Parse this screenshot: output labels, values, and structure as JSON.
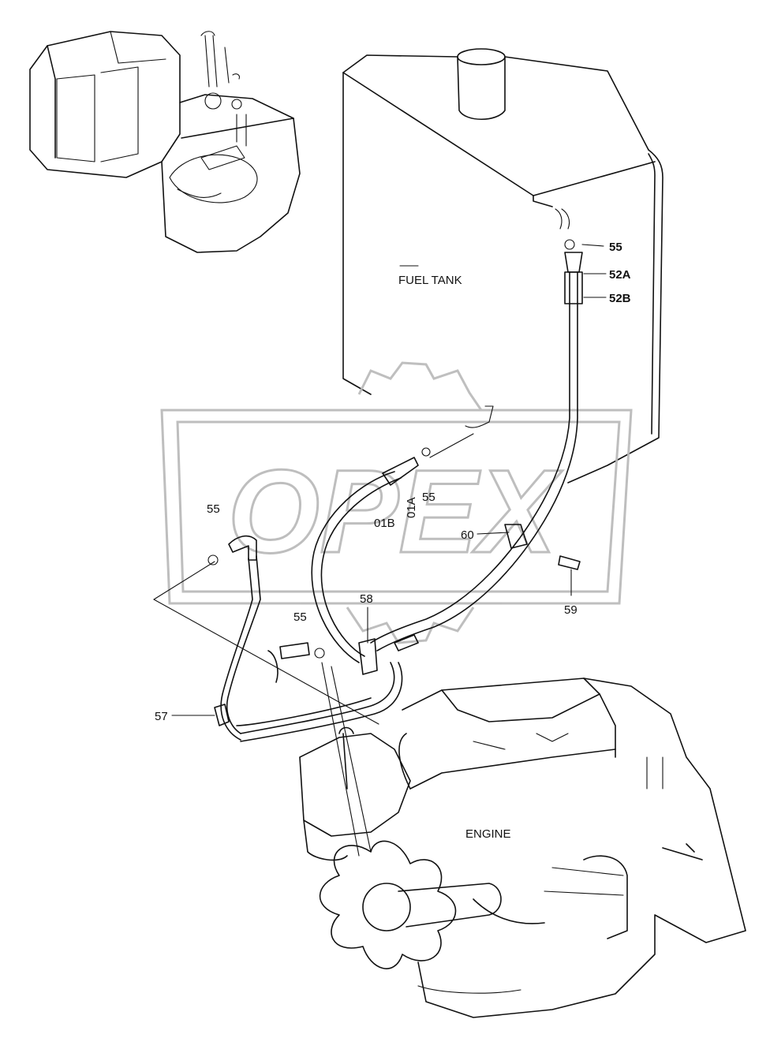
{
  "watermark": {
    "text": "OPEX",
    "color": "#b8b8b8"
  },
  "component_labels": {
    "fuel_tank": "FUEL TANK",
    "engine": "ENGINE"
  },
  "callouts": {
    "c55_top": "55",
    "c52a": "52A",
    "c52b": "52B",
    "c01a": "01A",
    "c01b": "01B",
    "c55_mid": "55",
    "c55_left": "55",
    "c60": "60",
    "c59": "59",
    "c58": "58",
    "c55_low": "55",
    "c57": "57"
  }
}
